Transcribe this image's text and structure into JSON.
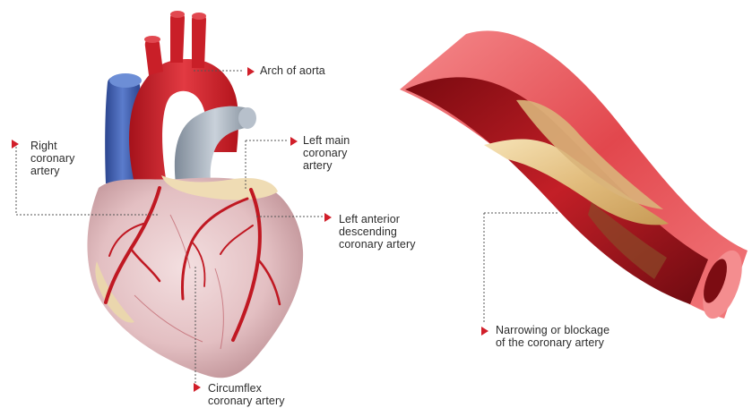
{
  "labels": {
    "arch_of_aorta": "Arch of aorta",
    "left_main_coronary_artery": "Left main\ncoronary\nartery",
    "right_coronary_artery": "Right\ncoronary\nartery",
    "left_anterior_descending": "Left anterior\ndescending\ncoronary artery",
    "circumflex": "Circumflex\ncoronary artery",
    "narrowing_blockage": "Narrowing or blockage\nof the coronary artery"
  },
  "colors": {
    "marker": "#d11f2a",
    "leader_line": "#555555",
    "aorta": "#d8242e",
    "vena_cava": "#3f5fb0",
    "pulmonary": "#9aa6b4",
    "artery_wall": "#e8575c",
    "plaque": "#e9c98f"
  }
}
